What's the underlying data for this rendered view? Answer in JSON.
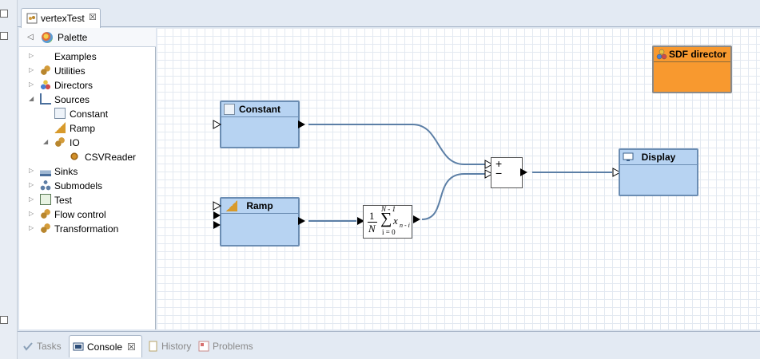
{
  "editor": {
    "tab_label": "vertexTest",
    "tab_close": "☒"
  },
  "palette": {
    "title": "Palette",
    "items": [
      {
        "label": "Examples",
        "twisty": "▷",
        "icon": "none"
      },
      {
        "label": "Utilities",
        "twisty": "▷",
        "icon": "gears-icon"
      },
      {
        "label": "Directors",
        "twisty": "▷",
        "icon": "directors-icon"
      },
      {
        "label": "Sources",
        "twisty": "◢",
        "icon": "sources-icon"
      },
      {
        "label": "Constant",
        "twisty": "",
        "icon": "constant-icon"
      },
      {
        "label": "Ramp",
        "twisty": "",
        "icon": "ramp-icon"
      },
      {
        "label": "IO",
        "twisty": "◢",
        "icon": "gears-icon"
      },
      {
        "label": "CSVReader",
        "twisty": "",
        "icon": "gear-icon"
      },
      {
        "label": "Sinks",
        "twisty": "▷",
        "icon": "sinks-icon"
      },
      {
        "label": "Submodels",
        "twisty": "▷",
        "icon": "submodels-icon"
      },
      {
        "label": "Test",
        "twisty": "▷",
        "icon": "test-icon"
      },
      {
        "label": "Flow control",
        "twisty": "▷",
        "icon": "gears-icon"
      },
      {
        "label": "Transformation",
        "twisty": "▷",
        "icon": "gears-icon"
      }
    ]
  },
  "canvas": {
    "director_label": "SDF director",
    "constant_label": "Constant",
    "ramp_label": "Ramp",
    "display_label": "Display",
    "adder_plus": "+",
    "adder_minus": "−",
    "avg_one": "1",
    "avg_n": "N",
    "avg_upper": "N - 1",
    "avg_sigma": "∑",
    "avg_lower": "i = 0",
    "avg_term": "x",
    "avg_sub": "n - i"
  },
  "bottom_tabs": [
    {
      "label": "Tasks",
      "active": false
    },
    {
      "label": "Console",
      "active": true,
      "close": "☒"
    },
    {
      "label": "History",
      "active": false
    },
    {
      "label": "Problems",
      "active": false
    }
  ],
  "colors": {
    "actor_fill": "#b7d3f2",
    "director_fill": "#f8992f",
    "link": "#5c7fa6"
  }
}
